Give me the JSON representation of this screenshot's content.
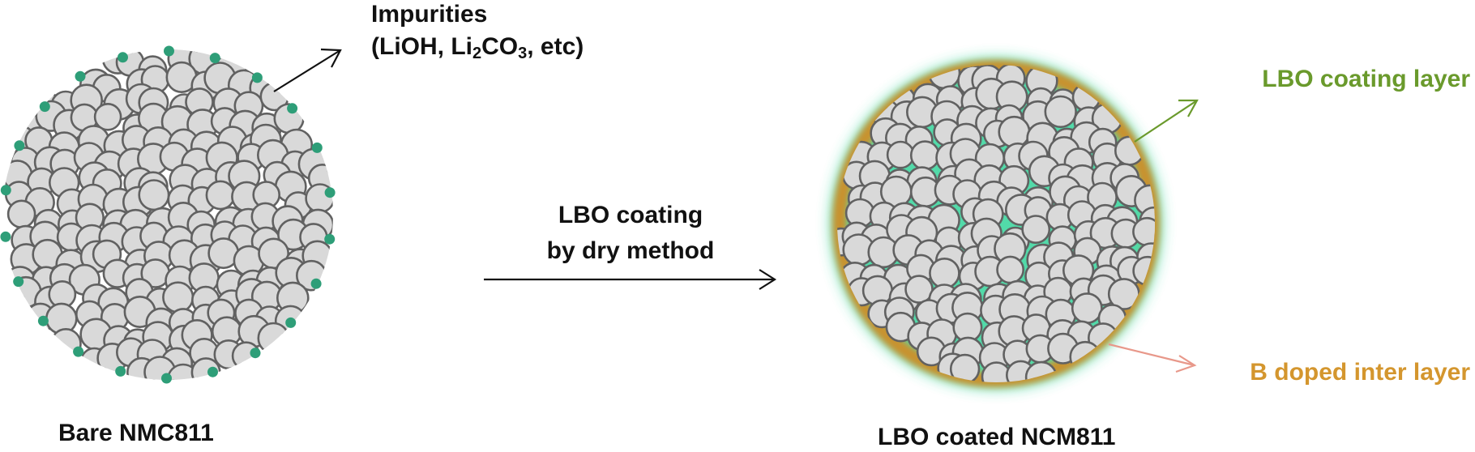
{
  "labels": {
    "impurities_title": "Impurities",
    "impurities_formula_prefix": "(LiOH, Li",
    "impurities_sub1": "2",
    "impurities_formula_mid": "CO",
    "impurities_sub2": "3",
    "impurities_formula_suffix": ", etc)",
    "process_line1": "LBO coating",
    "process_line2": "by dry method",
    "bare_particle": "Bare NMC811",
    "coated_particle": "LBO coated NCM811",
    "lbo_coating_layer": "LBO coating layer",
    "b_doped_layer": "B doped inter layer"
  },
  "colors": {
    "primary_particle_fill": "#d9d9d9",
    "primary_particle_stroke": "#616161",
    "impurity_dot": "#2e9e78",
    "lbo_coating_glow": "#3fd6a0",
    "b_doped_layer": "#c8922e",
    "lbo_label": "#6a9a2c",
    "b_doped_label": "#d4962e",
    "lbo_arrow": "#6a9a2c",
    "b_doped_arrow": "#e8988a",
    "text": "#111111"
  }
}
